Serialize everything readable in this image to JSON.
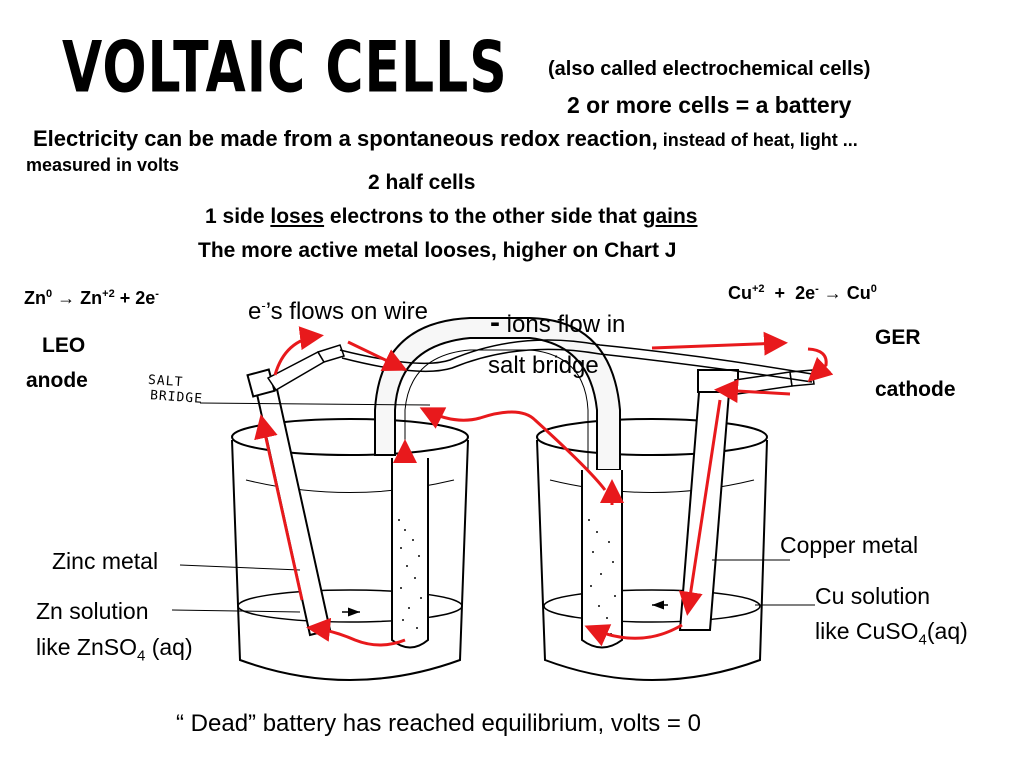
{
  "header": {
    "title": "VOLTAIC CELLS",
    "subtitle": "(also called electrochemical cells)",
    "battery_note": "2 or more cells = a battery"
  },
  "intro": {
    "line_main": "Electricity can be made from a spontaneous redox reaction,",
    "line_tail": " instead of heat, light ...",
    "measured": "measured in volts",
    "half_cells": "2 half cells",
    "loses_prefix": "1 side ",
    "loses_word": "loses",
    "loses_middle": " electrons to the other side that ",
    "gains_word": "gains",
    "active_metal": "The more active metal looses, higher on Chart J"
  },
  "left_half": {
    "eq_zn": "Zn",
    "eq_zn_sup": "0",
    "eq_arrow": " → ",
    "eq_zn2": "Zn",
    "eq_zn2_sup": "+2",
    "eq_tail": " + 2e",
    "eq_tail_sup": "-",
    "mnemonic": "LEO",
    "electrode": "anode",
    "metal_label": "Zinc metal",
    "solution_line1": "Zn solution",
    "solution_line2_a": "like ZnSO",
    "solution_line2_sub": "4",
    "solution_line2_b": " (aq)"
  },
  "right_half": {
    "eq_cu": "Cu",
    "eq_cu_sup": "+2",
    "eq_mid": "  +  2e",
    "eq_mid_sup": "-",
    "eq_arrow": " → ",
    "eq_cu0": "Cu",
    "eq_cu0_sup": "0",
    "mnemonic": "GER",
    "electrode": "cathode",
    "metal_label": "Copper metal",
    "solution_line1": "Cu solution",
    "solution_line2_a": "like CuSO",
    "solution_line2_sub": "4",
    "solution_line2_b": "(aq)"
  },
  "flows": {
    "electron_a": "e",
    "electron_sup": "-",
    "electron_b": "’s flows on wire",
    "ion_dash": "-",
    "ion_line1": " ions flow in",
    "ion_line2": "salt bridge"
  },
  "diagram": {
    "salt_label_1": "SALT",
    "salt_label_2": "BRIDGE",
    "arrow_color": "#e8191c"
  },
  "footer": {
    "dead_battery": "“ Dead” battery has reached equilibrium, volts = 0"
  }
}
